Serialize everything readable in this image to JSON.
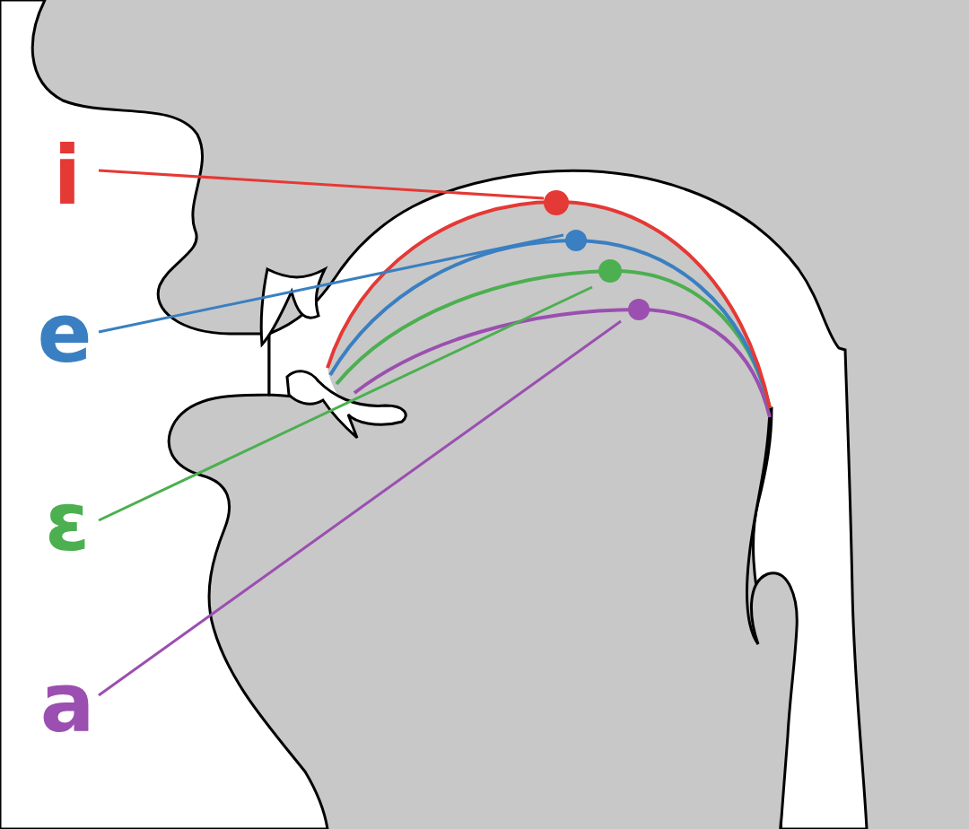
{
  "diagram": {
    "labels": [
      "i",
      "e",
      "ɛ",
      "a"
    ]
  }
}
